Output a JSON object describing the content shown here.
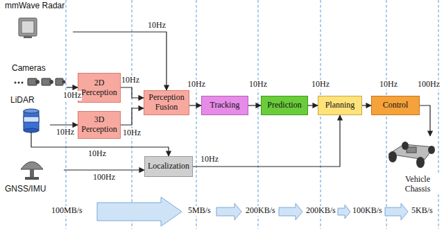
{
  "diagram": {
    "nodes": [
      {
        "text": [
          "mmWave Radar"
        ]
      },
      {
        "text": [
          "Cameras"
        ]
      },
      {
        "text": [
          "LiDAR"
        ]
      },
      {
        "text": [
          "2D Perception"
        ]
      },
      {
        "text": [
          "3D Perception"
        ]
      },
      {
        "text": [
          "Perception Fusion"
        ]
      },
      {
        "text": [
          "Tracking"
        ]
      },
      {
        "text": [
          "Prediction"
        ]
      },
      {
        "text": [
          "Planning"
        ]
      },
      {
        "text": [
          "Control"
        ]
      },
      {
        "text": [
          "GNSS/IMU"
        ]
      },
      {
        "text": [
          "Localization"
        ]
      },
      {
        "text": [
          "Vehicle Chassis"
        ]
      }
    ],
    "edges": [
      {
        "from": 0,
        "to": 5,
        "label": "10Hz",
        "arrow": "to"
      },
      {
        "from": 1,
        "to": 3,
        "label": "10Hz",
        "arrow": "to"
      },
      {
        "from": 2,
        "to": 4,
        "label": "10Hz",
        "arrow": "to"
      },
      {
        "from": 3,
        "to": 5,
        "label": "10Hz",
        "arrow": "to"
      },
      {
        "from": 4,
        "to": 5,
        "label": "10Hz",
        "arrow": "to"
      },
      {
        "from": 5,
        "to": 6,
        "label": "10Hz",
        "arrow": "to"
      },
      {
        "from": 6,
        "to": 7,
        "label": "10Hz",
        "arrow": "to"
      },
      {
        "from": 7,
        "to": 8,
        "label": "10Hz",
        "arrow": "to"
      },
      {
        "from": 8,
        "to": 9,
        "label": "10Hz",
        "arrow": "to"
      },
      {
        "from": 9,
        "to": 12,
        "label": "100Hz",
        "arrow": "to"
      },
      {
        "from": 2,
        "to": 11,
        "label": "10Hz",
        "arrow": "to"
      },
      {
        "from": 10,
        "to": 11,
        "label": "100Hz",
        "arrow": "to"
      },
      {
        "from": 11,
        "to": 8,
        "label": "10Hz",
        "arrow": "to"
      }
    ],
    "labels": [
      "100MB/s",
      "5MB/s",
      "200KB/s",
      "200KB/s",
      "100KB/s",
      "5KB/s"
    ]
  }
}
